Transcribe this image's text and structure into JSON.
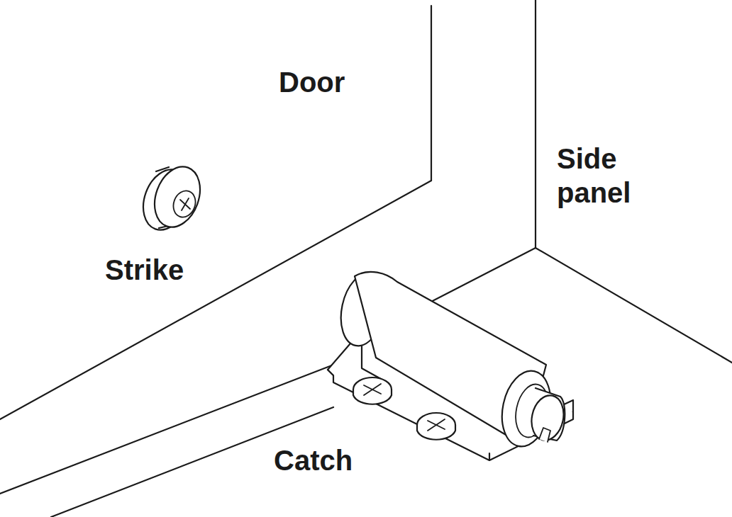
{
  "diagram": {
    "labels": [
      "Door",
      "Side panel",
      "Strike",
      "Catch"
    ]
  }
}
